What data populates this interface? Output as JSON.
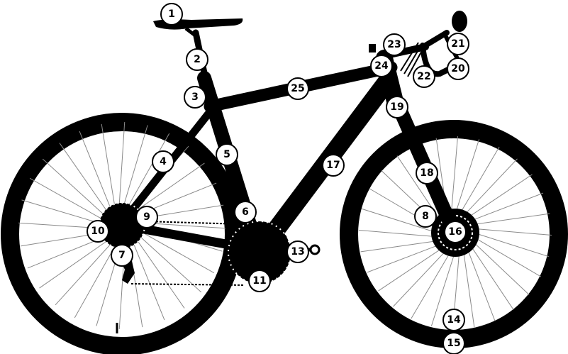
{
  "diagram": {
    "subject": "bicycle-silhouette",
    "callouts": [
      {
        "id": "c1",
        "label": "1"
      },
      {
        "id": "c2",
        "label": "2"
      },
      {
        "id": "c3",
        "label": "3"
      },
      {
        "id": "c4",
        "label": "4"
      },
      {
        "id": "c5",
        "label": "5"
      },
      {
        "id": "c6",
        "label": "6"
      },
      {
        "id": "c7",
        "label": "7"
      },
      {
        "id": "c8",
        "label": "8"
      },
      {
        "id": "c9",
        "label": "9"
      },
      {
        "id": "c10",
        "label": "10"
      },
      {
        "id": "c11",
        "label": "11"
      },
      {
        "id": "c13",
        "label": "13"
      },
      {
        "id": "c14",
        "label": "14"
      },
      {
        "id": "c15",
        "label": "15"
      },
      {
        "id": "c16",
        "label": "16"
      },
      {
        "id": "c17",
        "label": "17"
      },
      {
        "id": "c18",
        "label": "18"
      },
      {
        "id": "c19",
        "label": "19"
      },
      {
        "id": "c20",
        "label": "20"
      },
      {
        "id": "c21",
        "label": "21"
      },
      {
        "id": "c22",
        "label": "22"
      },
      {
        "id": "c23",
        "label": "23"
      },
      {
        "id": "c24",
        "label": "24"
      },
      {
        "id": "c25",
        "label": "25"
      }
    ]
  },
  "colors": {
    "ink": "#000000",
    "paper": "#ffffff",
    "spoke": "#8a8a8a"
  }
}
